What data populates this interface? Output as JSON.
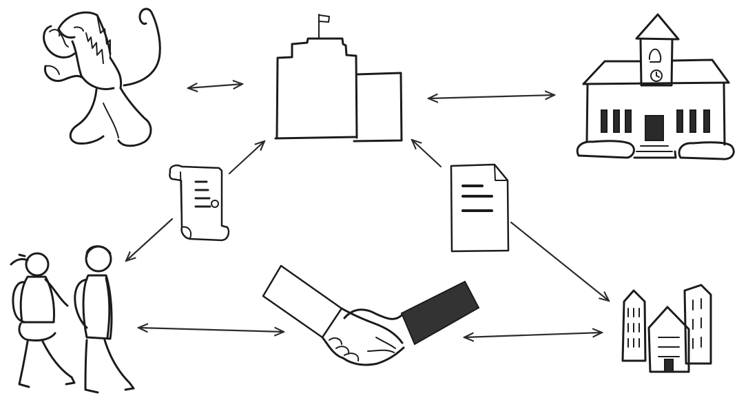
{
  "diagram": {
    "style": "hand-drawn pencil sketch",
    "nodes": [
      {
        "id": "government",
        "icon": "government-building-icon"
      },
      {
        "id": "coat-of-arms",
        "icon": "lion-coat-of-arms-icon"
      },
      {
        "id": "town-hall",
        "icon": "town-hall-icon"
      },
      {
        "id": "charter",
        "icon": "scroll-document-icon"
      },
      {
        "id": "report",
        "icon": "document-icon"
      },
      {
        "id": "pupils",
        "icon": "walking-pupils-icon"
      },
      {
        "id": "agreement",
        "icon": "handshake-icon"
      },
      {
        "id": "city",
        "icon": "city-buildings-icon"
      }
    ],
    "edges": [
      {
        "from": "coat-of-arms",
        "to": "government",
        "direction": "both"
      },
      {
        "from": "government",
        "to": "town-hall",
        "direction": "both"
      },
      {
        "from": "charter",
        "to": "government",
        "direction": "to"
      },
      {
        "from": "charter",
        "to": "pupils",
        "direction": "to"
      },
      {
        "from": "report",
        "to": "government",
        "direction": "to"
      },
      {
        "from": "report",
        "to": "city",
        "direction": "to"
      },
      {
        "from": "pupils",
        "to": "agreement",
        "direction": "both"
      },
      {
        "from": "agreement",
        "to": "city",
        "direction": "both"
      }
    ]
  }
}
